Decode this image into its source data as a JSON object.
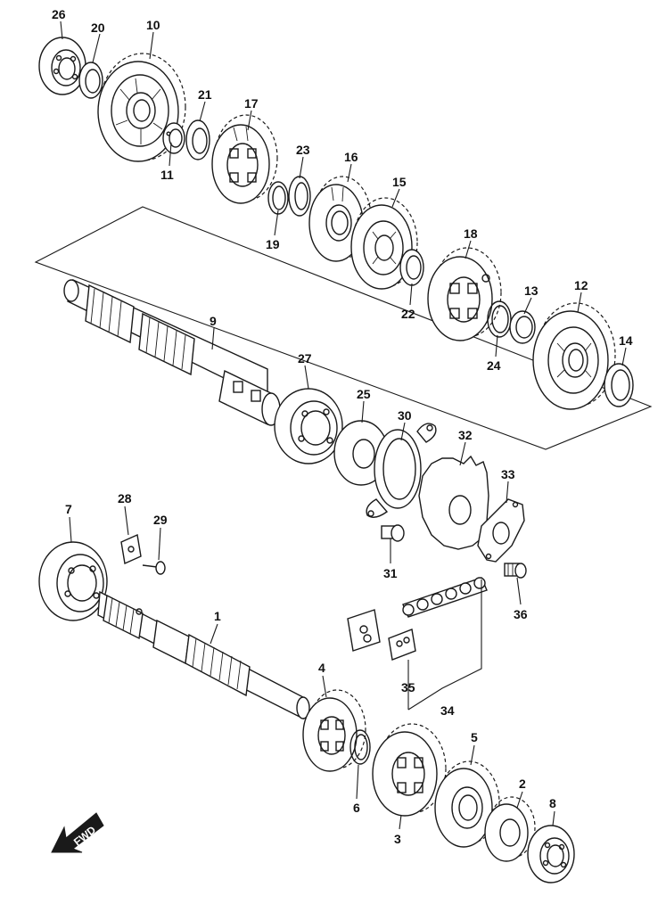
{
  "diagram": {
    "callouts": {
      "c1": "1",
      "c2": "2",
      "c3": "3",
      "c4": "4",
      "c5": "5",
      "c6": "6",
      "c7": "7",
      "c8": "8",
      "c9": "9",
      "c10": "10",
      "c11": "11",
      "c12": "12",
      "c13": "13",
      "c14": "14",
      "c15": "15",
      "c16": "16",
      "c17": "17",
      "c18": "18",
      "c19": "19",
      "c20": "20",
      "c21": "21",
      "c22": "22",
      "c23": "23",
      "c24": "24",
      "c25": "25",
      "c26": "26",
      "c27": "27",
      "c28": "28",
      "c29": "29",
      "c30": "30",
      "c31": "31",
      "c32": "32",
      "c33": "33",
      "c34": "34",
      "c35": "35",
      "c36": "36"
    },
    "direction_marker": {
      "label": "FWD",
      "icon": "arrow-down-left-icon"
    },
    "colors": {
      "line": "#1a1a1a",
      "background": "#ffffff"
    }
  }
}
